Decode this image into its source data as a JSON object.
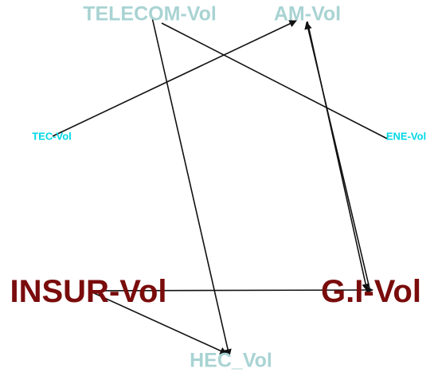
{
  "colors": {
    "pale_teal": "#a9d3d3",
    "cyan": "#00d8e6",
    "dark_red": "#7a0c0c",
    "edge": "#111111"
  },
  "nodes": [
    {
      "id": "telecom",
      "label": "TELECOM-Vol",
      "color": "#a9d3d3"
    },
    {
      "id": "am",
      "label": "AM-Vol",
      "color": "#a9d3d3"
    },
    {
      "id": "tec",
      "label": "TEC-Vol",
      "color": "#00d8e6"
    },
    {
      "id": "ene",
      "label": "ENE-Vol",
      "color": "#00d8e6"
    },
    {
      "id": "insur",
      "label": "INSUR-Vol",
      "color": "#7a0c0c"
    },
    {
      "id": "gi",
      "label": "G.I-Vol",
      "color": "#7a0c0c"
    },
    {
      "id": "hec",
      "label": "HEC_Vol",
      "color": "#a9d3d3"
    }
  ],
  "edges": [
    {
      "from": "telecom",
      "to": "hec",
      "arrow": true
    },
    {
      "from": "telecom",
      "to": "ene",
      "arrow": false
    },
    {
      "from": "tec",
      "to": "am",
      "arrow": true
    },
    {
      "from": "am",
      "to": "gi",
      "arrow": true
    },
    {
      "from": "gi",
      "to": "am",
      "arrow": true
    },
    {
      "from": "insur",
      "to": "gi",
      "arrow": true
    },
    {
      "from": "insur",
      "to": "hec",
      "arrow": true
    }
  ]
}
